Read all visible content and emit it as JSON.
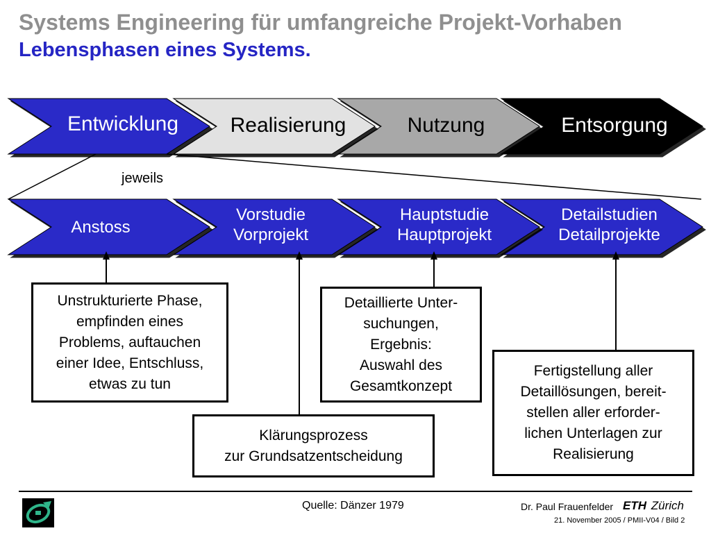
{
  "title": {
    "line1": "Systems Engineering für umfangreiche Projekt-Vorhaben",
    "line2": "Lebensphasen eines Systems."
  },
  "phases": [
    {
      "label": "Entwicklung",
      "fill": "#2a2ac8",
      "text_color": "#ffffff"
    },
    {
      "label": "Realisierung",
      "fill": "#e2e2e2",
      "text_color": "#000000"
    },
    {
      "label": "Nutzung",
      "fill": "#a8a8a8",
      "text_color": "#000000"
    },
    {
      "label": "Entsorgung",
      "fill": "#000000",
      "text_color": "#ffffff"
    }
  ],
  "jeweils_label": "jeweils",
  "subphases": [
    {
      "line1": "Anstoss",
      "line2": ""
    },
    {
      "line1": "Vorstudie",
      "line2": "Vorprojekt"
    },
    {
      "line1": "Hauptstudie",
      "line2": "Hauptprojekt"
    },
    {
      "line1": "Detailstudien",
      "line2": "Detailprojekte"
    }
  ],
  "subphase_color": "#2a2ac8",
  "boxes": [
    {
      "lines": [
        "Unstrukturierte Phase,",
        "empfinden eines",
        "Problems, auftauchen",
        "einer Idee, Entschluss,",
        "etwas zu tun"
      ]
    },
    {
      "lines": [
        "Klärungsprozess",
        "zur Grundsatzentscheidung"
      ]
    },
    {
      "lines": [
        "Detaillierte Unter-",
        "suchungen,",
        "Ergebnis:",
        "Auswahl des",
        "Gesamtkonzept"
      ]
    },
    {
      "lines": [
        "Fertigstellung aller",
        "Detaillösungen, bereit-",
        "stellen aller erforder-",
        "lichen Unterlagen zur",
        "Realisierung"
      ]
    }
  ],
  "footer": {
    "source": "Quelle: Dänzer 1979",
    "author": "Dr. Paul Frauenfelder",
    "eth": "ETH",
    "zurich": "Zürich",
    "date_line": "21. November 2005 / PMII-V04 / Bild 2"
  },
  "logo_icon": "eth-logo-icon"
}
